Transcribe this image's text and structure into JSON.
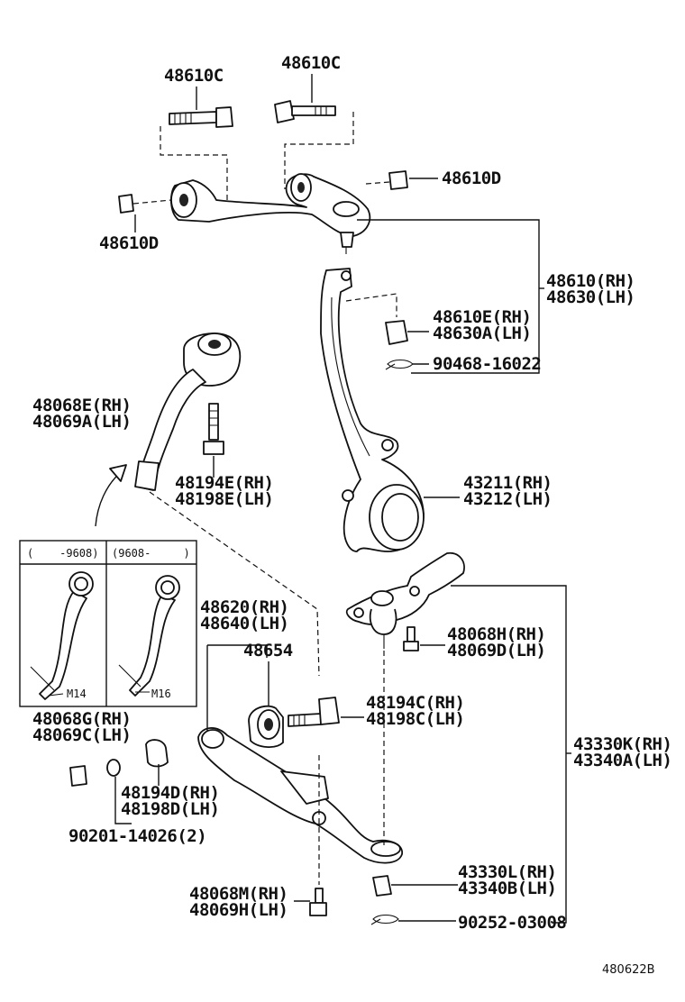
{
  "labels": {
    "bolt_left": "48610C",
    "bolt_right": "48610C",
    "nut_right": "48610D",
    "nut_left": "48610D",
    "upper_arm_rh": "48610(RH)",
    "upper_arm_lh": "48630(LH)",
    "castle_nut_rh": "48610E(RH)",
    "castle_nut_lh": "48630A(LH)",
    "cotter_upper": "90468-16022",
    "strut_rod_rh": "48068E(RH)",
    "strut_rod_lh": "48069A(LH)",
    "strut_bolt_rh": "48194E(RH)",
    "strut_bolt_lh": "48198E(LH)",
    "knuckle_rh": "43211(RH)",
    "knuckle_lh": "43212(LH)",
    "inset_left_range": "(    -9608)",
    "inset_right_range": "(9608-     )",
    "inset_left_size": "M14",
    "inset_right_size": "M16",
    "lower_arm_rh": "48620(RH)",
    "lower_arm_lh": "48640(LH)",
    "bushing": "48654",
    "bj_bolt_rh": "48068H(RH)",
    "bj_bolt_lh": "48069D(LH)",
    "bushing_bolt_rh": "48194C(RH)",
    "bushing_bolt_lh": "48198C(LH)",
    "strut_rod_alt_rh": "48068G(RH)",
    "strut_rod_alt_lh": "48069C(LH)",
    "ball_joint_rh": "43330K(RH)",
    "ball_joint_lh": "43340A(LH)",
    "cam_bolt_rh": "48194D(RH)",
    "cam_bolt_lh": "48198D(LH)",
    "washer": "90201-14026(2)",
    "lower_nut_rh": "43330L(RH)",
    "lower_nut_lh": "43340B(LH)",
    "lower_bolt_rh": "48068M(RH)",
    "lower_bolt_lh": "48069H(LH)",
    "cotter_lower": "90252-03008",
    "figure_ref": "480622B"
  }
}
